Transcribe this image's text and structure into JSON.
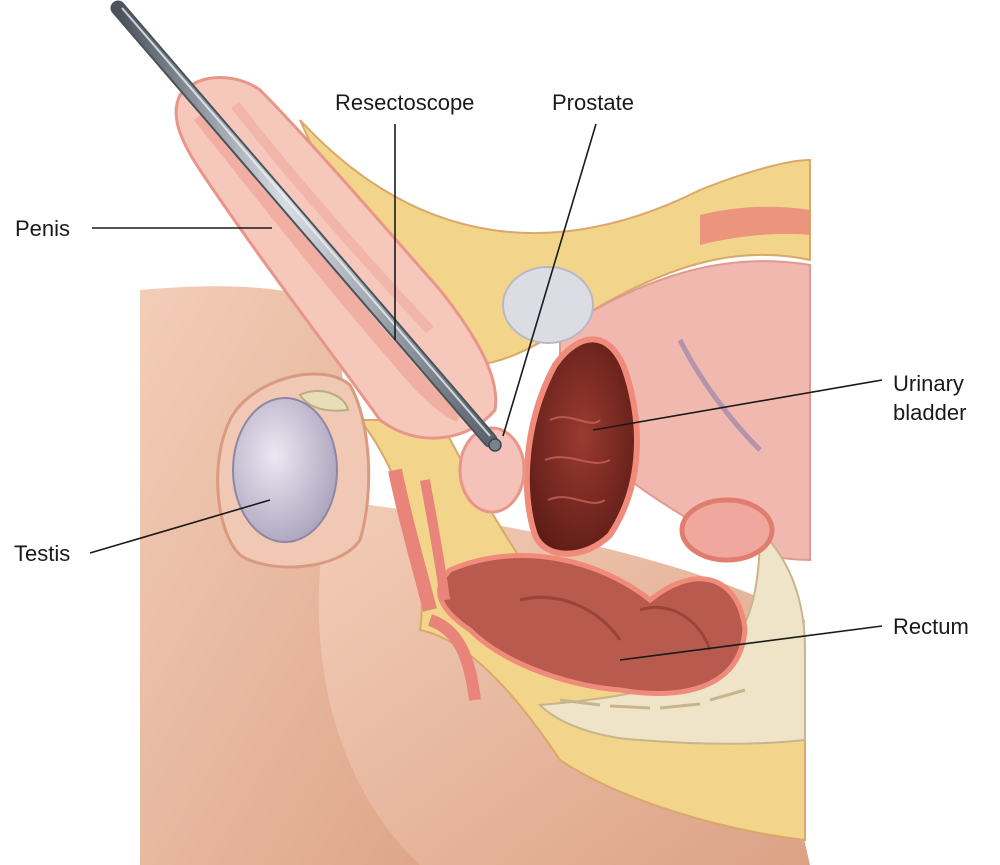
{
  "labels": {
    "resectoscope": "Resectoscope",
    "prostate": "Prostate",
    "penis": "Penis",
    "urinary_bladder_line1": "Urinary",
    "urinary_bladder_line2": "bladder",
    "testis": "Testis",
    "rectum": "Rectum"
  },
  "colors": {
    "skin": "#e8b9a0",
    "skin_dark": "#d99a80",
    "fat": "#f2d58a",
    "muscle": "#e9847a",
    "mucosa": "#f4c0b8",
    "bladder_inner": "#7a2a22",
    "testis": "#cfc8da",
    "bone": "#efe4c8",
    "instrument": "#6e7680"
  }
}
